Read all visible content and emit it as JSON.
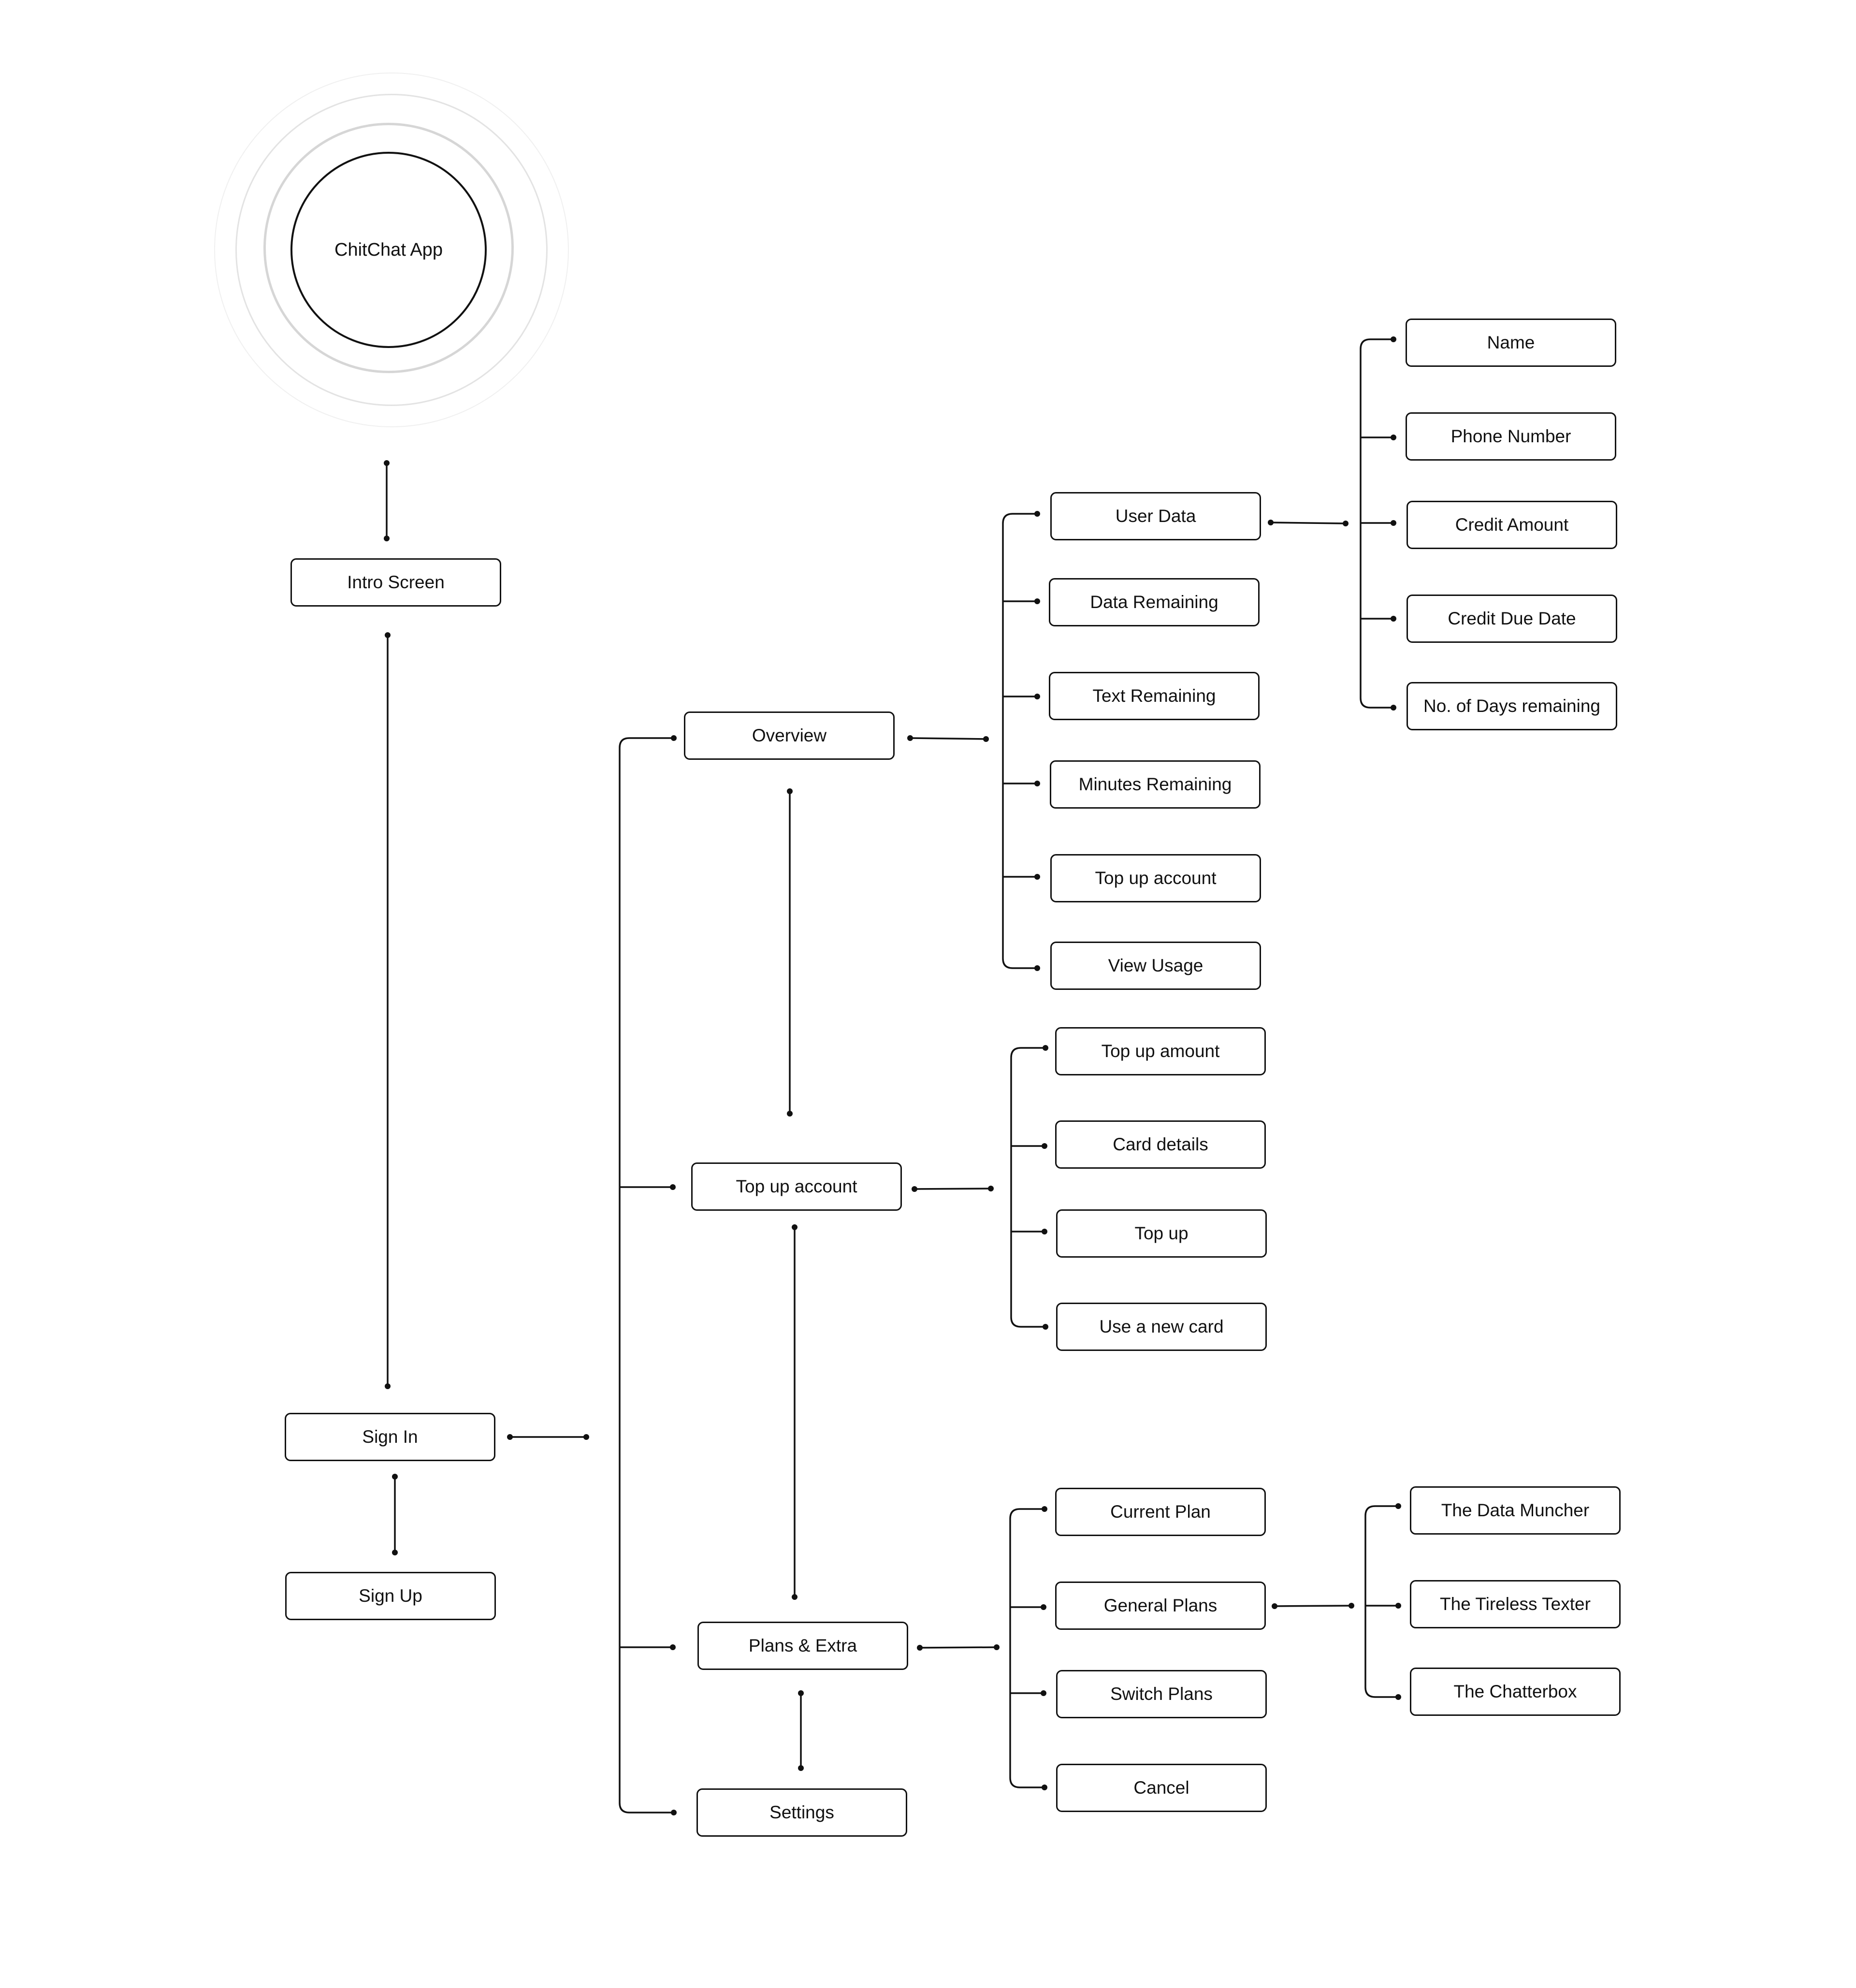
{
  "app": {
    "title": "ChitChat App"
  },
  "nodes": {
    "intro_screen": "Intro Screen",
    "sign_in": "Sign In",
    "sign_up": "Sign Up",
    "overview": "Overview",
    "top_up_account": "Top up account",
    "plans_extra": "Plans & Extra",
    "settings": "Settings",
    "overview_children": {
      "user_data": "User Data",
      "data_remaining": "Data Remaining",
      "text_remaining": "Text Remaining",
      "minutes_remaining": "Minutes Remaining",
      "top_up_account": "Top up account",
      "view_usage": "View Usage"
    },
    "user_data_children": {
      "name": "Name",
      "phone_number": "Phone Number",
      "credit_amount": "Credit Amount",
      "credit_due_date": "Credit Due Date",
      "days_remaining": "No. of Days remaining"
    },
    "top_up_children": {
      "top_up_amount": "Top up amount",
      "card_details": "Card details",
      "top_up": "Top up",
      "use_new_card": "Use a new card"
    },
    "plans_children": {
      "current_plan": "Current Plan",
      "general_plans": "General Plans",
      "switch_plans": "Switch Plans",
      "cancel": "Cancel"
    },
    "general_plans_children": {
      "data_muncher": "The Data Muncher",
      "tireless_texter": "The Tireless Texter",
      "chatterbox": "The Chatterbox"
    }
  },
  "colors": {
    "line": "#111111",
    "node_border": "#111111",
    "ring_light": "#f0f0f0",
    "ring_mid": "#e3e3e3",
    "ring_inner": "#d6d6d6"
  }
}
